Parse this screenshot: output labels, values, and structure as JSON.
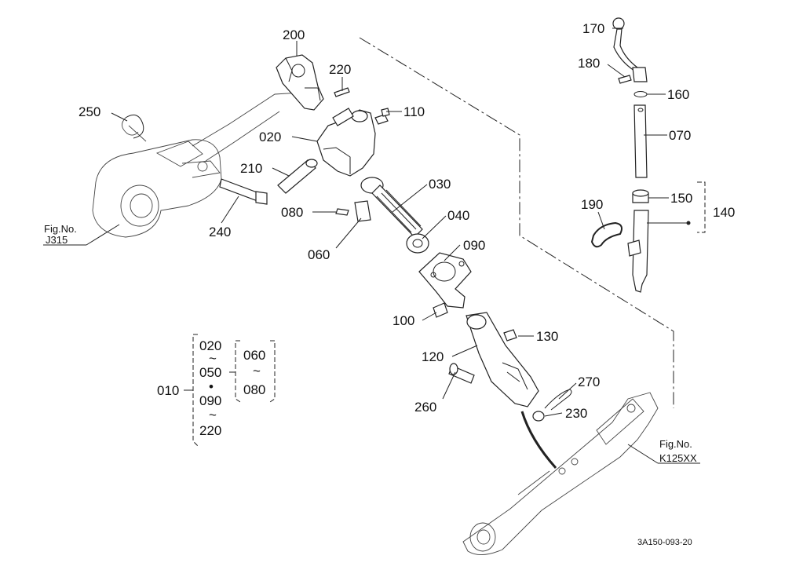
{
  "parts": {
    "p200": "200",
    "p220": "220",
    "p110": "110",
    "p250": "250",
    "p020": "020",
    "p210": "210",
    "p240": "240",
    "p080": "080",
    "p060": "060",
    "p030": "030",
    "p040": "040",
    "p090": "090",
    "p100": "100",
    "p130": "130",
    "p120": "120",
    "p260": "260",
    "p270": "270",
    "p230": "230",
    "p170": "170",
    "p180": "180",
    "p160": "160",
    "p070": "070",
    "p190": "190",
    "p150": "150",
    "p140": "140"
  },
  "references": {
    "j315_prefix": "Fig.No.",
    "j315_code": "J315",
    "k125_prefix": "Fig.No.",
    "k125_code": "K125XX"
  },
  "assembly_group": {
    "main": "010",
    "r1_start": "020",
    "r1_end": "050",
    "r2_start": "090",
    "r2_end": "220",
    "sub_start": "060",
    "sub_end": "080",
    "tilde": "~",
    "dot": "•"
  },
  "drawing_code": "3A150-093-20"
}
